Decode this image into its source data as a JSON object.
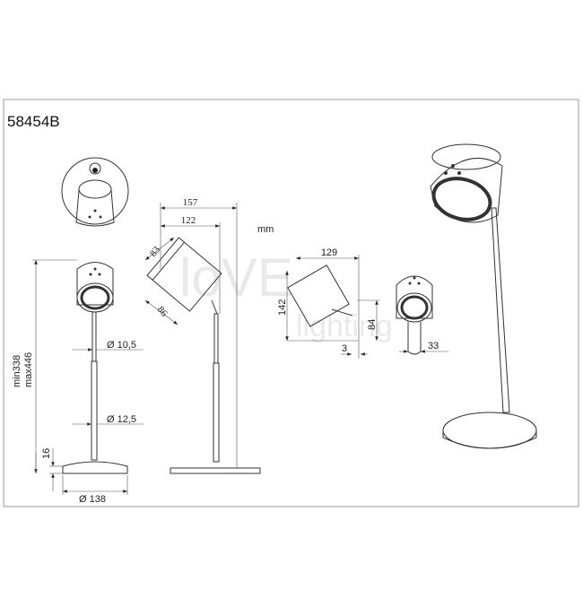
{
  "drawing": {
    "model_number": "58454B",
    "unit": "mm",
    "watermark": "love lighting",
    "dimensions": {
      "width_total": "157",
      "width_head": "122",
      "head_length": "83",
      "head_diameter": "86",
      "side_width": "129",
      "side_height": "142",
      "joint_height": "84",
      "offset": "3",
      "back_depth": "33",
      "stem_top_diameter": "Ø 10,5",
      "stem_bottom_diameter": "Ø 12,5",
      "base_diameter": "Ø 138",
      "height_min": "min338",
      "height_max": "max446",
      "base_height": "16"
    }
  }
}
